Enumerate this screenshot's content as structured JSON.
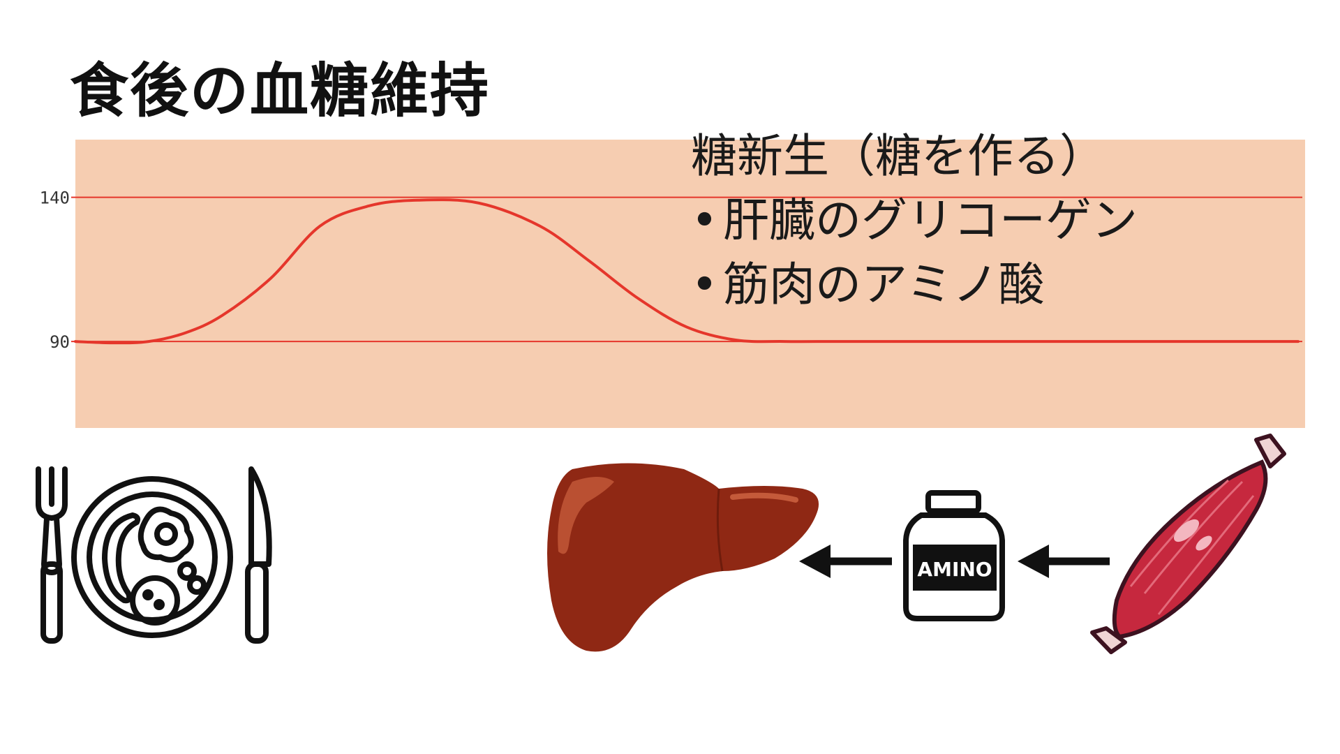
{
  "title": "食後の血糖維持",
  "notes": {
    "heading": "糖新生（糖を作る）",
    "bullet_char": "•",
    "items": [
      "肝臓のグリコーゲン",
      "筋肉のアミノ酸"
    ]
  },
  "chart_data": {
    "type": "line",
    "ylim": [
      60,
      160
    ],
    "xlim": [
      0,
      100
    ],
    "reference_lines": [
      140,
      90
    ],
    "yticks": [
      {
        "value": 140,
        "label": "140"
      },
      {
        "value": 90,
        "label": "90"
      }
    ],
    "series": [
      {
        "x": [
          0,
          3,
          6,
          9,
          12,
          16,
          20,
          24,
          28,
          33,
          38,
          42,
          46,
          50,
          54,
          58,
          62,
          66,
          70,
          80,
          90,
          100
        ],
        "y": [
          90,
          89.5,
          90,
          93,
          99,
          112,
          130,
          137,
          139,
          138,
          130,
          118,
          105,
          95,
          90.5,
          90,
          90,
          90,
          90,
          90,
          90,
          90
        ]
      }
    ],
    "colors": {
      "background": "#f6cdb1",
      "line": "#e5362b",
      "reference": "#e5362b"
    }
  },
  "icons": {
    "meal": "plate-with-fork-and-knife-icon",
    "liver": "liver-icon",
    "amino": "amino-acid-jar-icon",
    "muscle": "muscle-icon",
    "amino_label": "AMINO"
  }
}
